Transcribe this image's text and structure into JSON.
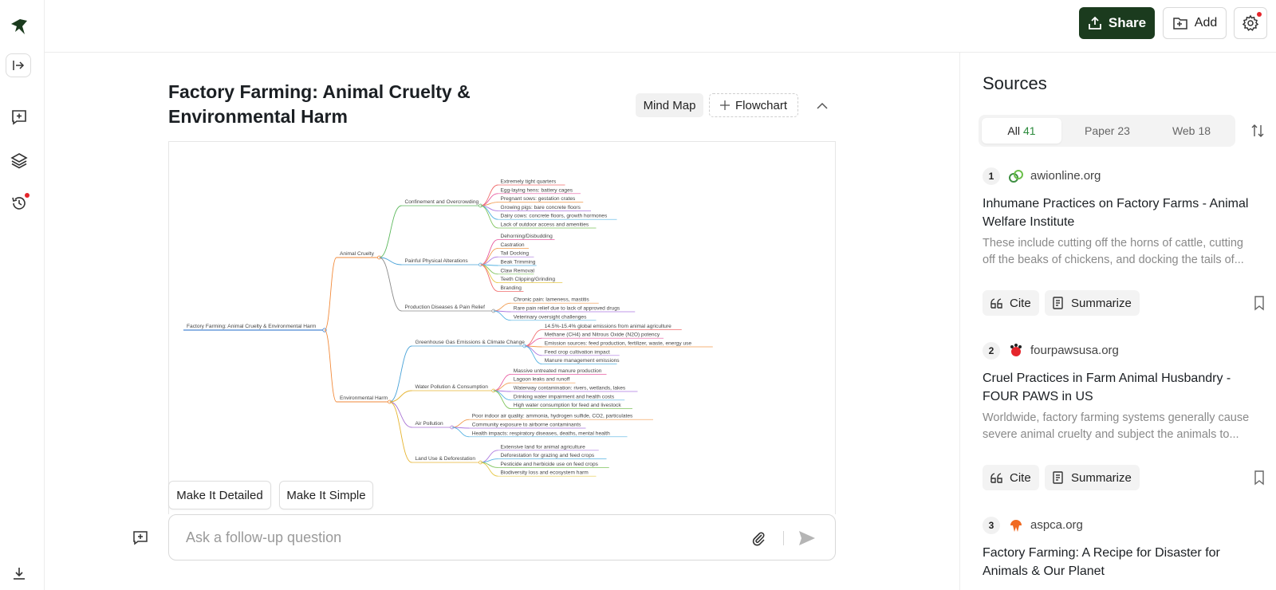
{
  "topbar": {
    "share_label": "Share",
    "add_label": "Add"
  },
  "main": {
    "title": "Factory Farming: Animal Cruelty & Environmental Harm",
    "tab_mindmap": "Mind Map",
    "tab_flowchart": "Flowchart",
    "make_detailed": "Make It Detailed",
    "make_simple": "Make It Simple",
    "ask_placeholder": "Ask a follow-up question"
  },
  "mindmap": {
    "root": "Factory Farming: Animal Cruelty & Environmental Harm",
    "branches": [
      {
        "label": "Animal Cruelty",
        "children": [
          {
            "label": "Confinement and Overcrowding",
            "leaves": [
              "Extremely tight quarters",
              "Egg-laying hens: battery cages",
              "Pregnant sows: gestation crates",
              "Growing pigs: bare concrete floors",
              "Dairy cows: concrete floors, growth hormones",
              "Lack of outdoor access and amenities"
            ]
          },
          {
            "label": "Painful Physical Alterations",
            "leaves": [
              "Dehorning/Disbudding",
              "Castration",
              "Tail Docking",
              "Beak Trimming",
              "Claw Removal",
              "Teeth Clipping/Grinding",
              "Branding"
            ]
          },
          {
            "label": "Production Diseases & Pain Relief",
            "leaves": [
              "Chronic pain: lameness, mastitis",
              "Rare pain relief due to lack of approved drugs",
              "Veterinary oversight challenges"
            ]
          }
        ]
      },
      {
        "label": "Environmental Harm",
        "children": [
          {
            "label": "Greenhouse Gas Emissions & Climate Change",
            "leaves": [
              "14.5%-15.4% global emissions from animal agriculture",
              "Methane (CH4) and Nitrous Oxide (N2O) potency",
              "Emission sources: feed production, fertilizer, waste, energy use",
              "Feed crop cultivation impact",
              "Manure management emissions"
            ]
          },
          {
            "label": "Water Pollution & Consumption",
            "leaves": [
              "Massive untreated manure production",
              "Lagoon leaks and runoff",
              "Waterway contamination: rivers, wetlands, lakes",
              "Drinking water impairment and health costs",
              "High water consumption for feed and livestock"
            ]
          },
          {
            "label": "Air Pollution",
            "leaves": [
              "Poor indoor air quality: ammonia, hydrogen sulfide, CO2, particulates",
              "Community exposure to airborne contaminants",
              "Health impacts: respiratory diseases, deaths, mental health"
            ]
          },
          {
            "label": "Land Use & Deforestation",
            "leaves": [
              "Extensive land for animal agriculture",
              "Deforestation for grazing and feed crops",
              "Pesticide and herbicide use on feed crops",
              "Biodiversity loss and ecosystem harm"
            ]
          }
        ]
      }
    ]
  },
  "sources": {
    "heading": "Sources",
    "filters": [
      {
        "label": "All",
        "count": "41"
      },
      {
        "label": "Paper",
        "count": "23"
      },
      {
        "label": "Web",
        "count": "18"
      }
    ],
    "cite_label": "Cite",
    "summarize_label": "Summarize",
    "items": [
      {
        "num": "1",
        "domain": "awionline.org",
        "title": "Inhumane Practices on Factory Farms - Animal Welfare Institute",
        "snippet": "These include cutting off the horns of cattle, cutting off the beaks of chickens, and docking the tails of..."
      },
      {
        "num": "2",
        "domain": "fourpawsusa.org",
        "title": "Cruel Practices in Farm Animal Husbandry - FOUR PAWS in US",
        "snippet": "Worldwide, factory farming systems generally cause severe animal cruelty and subject the animals to..."
      },
      {
        "num": "3",
        "domain": "aspca.org",
        "title": "Factory Farming: A Recipe for Disaster for Animals & Our Planet",
        "snippet": ""
      }
    ]
  },
  "colors": {
    "accent": "#1b3b1e",
    "badge": "#e5252b",
    "count": "#2a8a3b"
  }
}
